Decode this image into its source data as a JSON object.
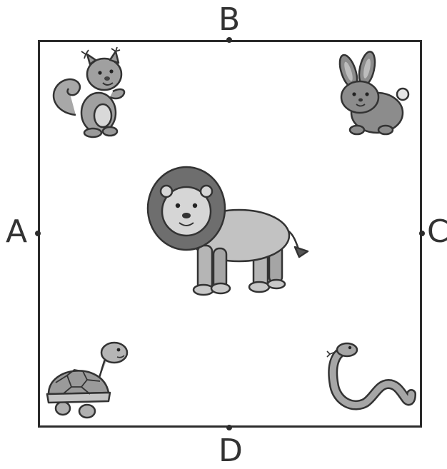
{
  "labels": {
    "a": "A",
    "b": "B",
    "c": "C",
    "d": "D"
  },
  "animals": [
    {
      "id": "squirrel",
      "icon": "squirrel-icon",
      "corner": "top-left"
    },
    {
      "id": "rabbit",
      "icon": "rabbit-icon",
      "corner": "top-right"
    },
    {
      "id": "lion",
      "icon": "lion-icon",
      "corner": "center"
    },
    {
      "id": "turtle",
      "icon": "turtle-icon",
      "corner": "bottom-left"
    },
    {
      "id": "snake",
      "icon": "snake-icon",
      "corner": "bottom-right"
    }
  ]
}
